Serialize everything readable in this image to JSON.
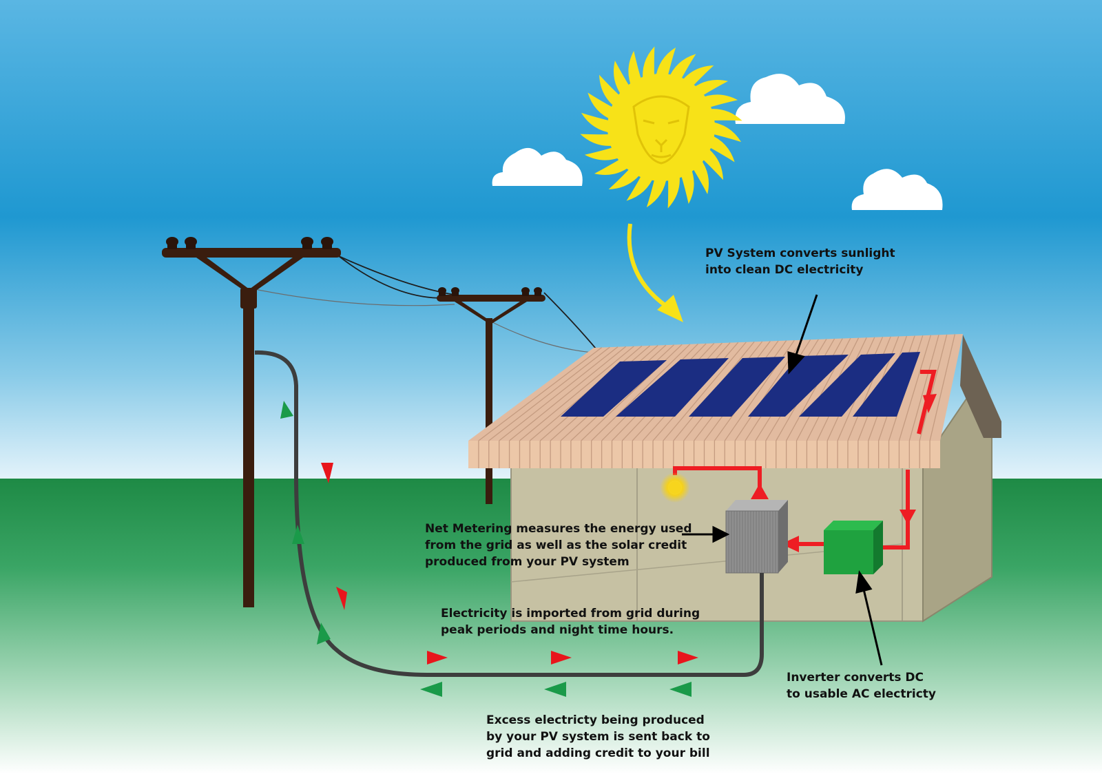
{
  "colors": {
    "sky_top": "#4aaee0",
    "sky_mid": "#1e96d0",
    "ground_top": "#1e8a45",
    "sun": "#f7e218",
    "roof": "#e2bba0",
    "wall": "#c6c1a3",
    "panel": "#1b2d82",
    "dc_line": "#ee1d23",
    "grid_cable": "#3d3d3d",
    "import_arrow": "#e8151c",
    "export_arrow": "#1a9a49",
    "meter": "#8f8f8f",
    "inverter": "#1fa23f",
    "pole": "#3a1d0e"
  },
  "icons": {
    "sun": "lion-face-sun-icon",
    "bulb": "light-bulb-icon"
  },
  "labels": {
    "pv_system": {
      "line1": "PV System converts sunlight",
      "line2": "into clean DC electricity"
    },
    "net_metering": {
      "line1": "Net Metering measures the energy used",
      "line2": "from the grid as well as the solar credit",
      "line3": "produced from your PV system"
    },
    "import": {
      "line1": "Electricity is imported from grid during",
      "line2": "peak periods and night time hours."
    },
    "inverter": {
      "line1": "Inverter converts DC",
      "line2": "to usable AC electricty"
    },
    "export": {
      "line1": "Excess electricty being produced",
      "line2": "by your PV system is sent back to",
      "line3": "grid and adding credit to your bill"
    }
  }
}
